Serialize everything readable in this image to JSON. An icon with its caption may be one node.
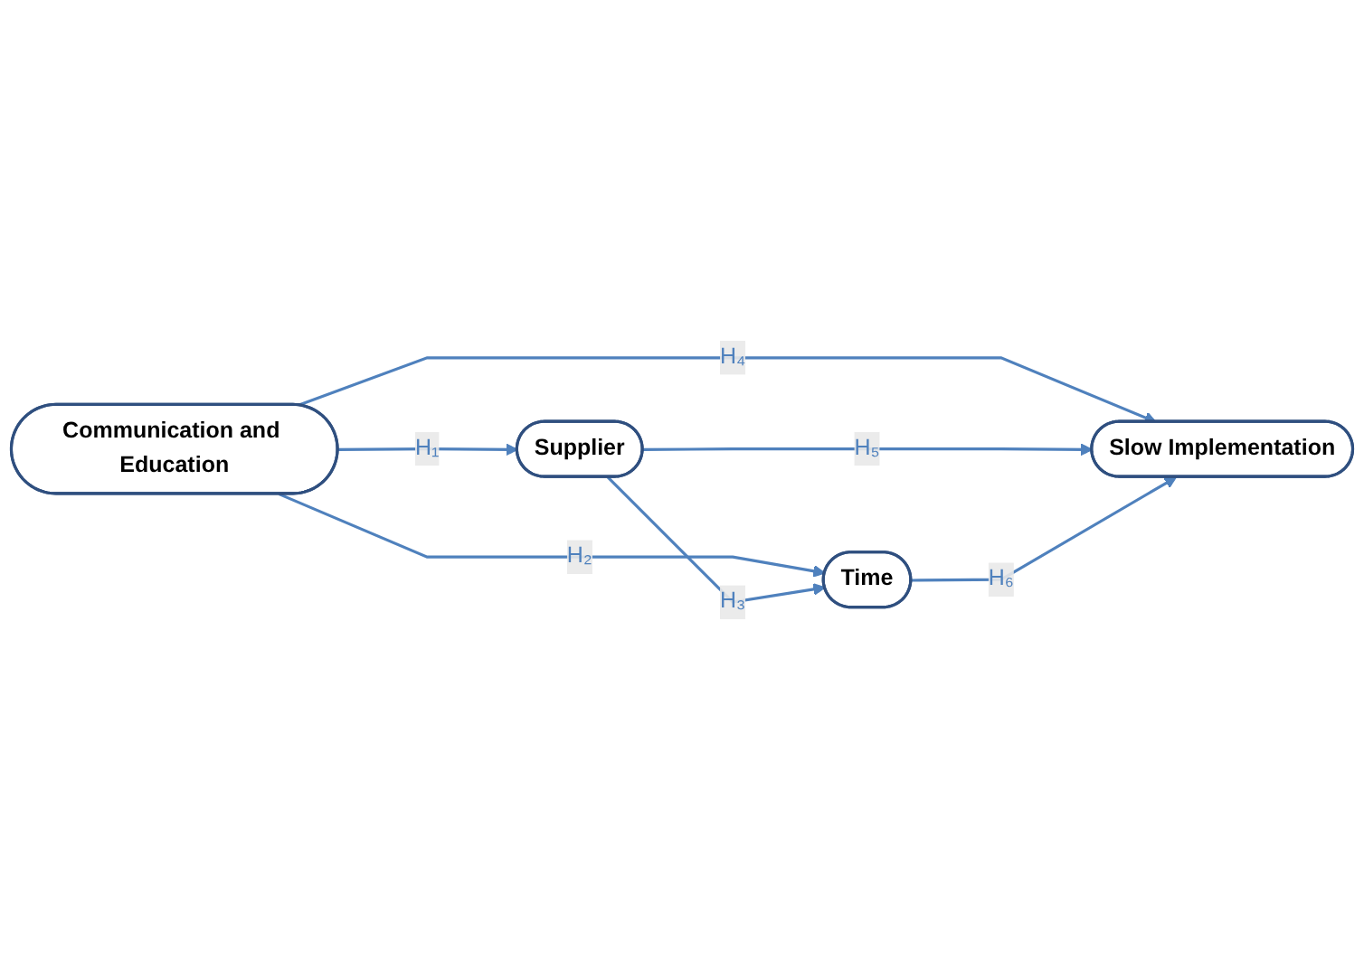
{
  "diagram": {
    "nodes": [
      {
        "text": [
          "Supplier"
        ]
      },
      {
        "text": [
          "Communication and Education"
        ]
      },
      {
        "text": [
          "Slow Implementation"
        ]
      },
      {
        "text": [
          "Time"
        ]
      }
    ],
    "edges": [
      {
        "from": 1,
        "to": 0,
        "arrow": "to",
        "label": "H₁"
      },
      {
        "from": 1,
        "to": 3,
        "arrow": "to",
        "label": "H₂"
      },
      {
        "from": 0,
        "to": 3,
        "arrow": "to",
        "label": "H₃"
      },
      {
        "from": 1,
        "to": 2,
        "arrow": "to",
        "label": "H₄"
      },
      {
        "from": 0,
        "to": 2,
        "arrow": "to",
        "label": "H₅"
      },
      {
        "from": 3,
        "to": 2,
        "arrow": "to",
        "label": "H₆"
      }
    ]
  }
}
